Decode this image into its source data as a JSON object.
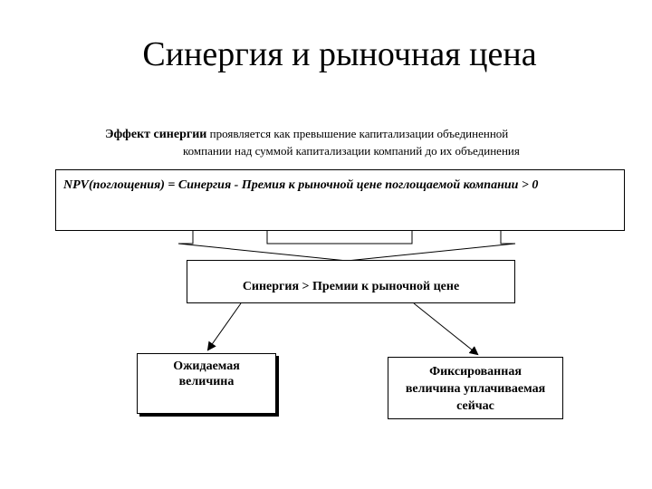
{
  "slide": {
    "title": "Синергия и рыночная цена"
  },
  "intro": {
    "term": "Эффект синергии",
    "line1_rest": " проявляется как превышение капитализации объединенной",
    "line2": "компании над суммой капитализации компаний до их объединения"
  },
  "diagram": {
    "npv_formula": "NPV(поглощения) = Синергия - Премия к рыночной цене поглощаемой компании > 0",
    "synergy_condition": "Синергия > Премии к рыночной цене",
    "expected": {
      "line1": "Ожидаемая",
      "line2": "величина"
    },
    "fixed": {
      "line1": "Фиксированная",
      "line2": "величина уплачиваемая",
      "line3": "сейчас"
    }
  }
}
